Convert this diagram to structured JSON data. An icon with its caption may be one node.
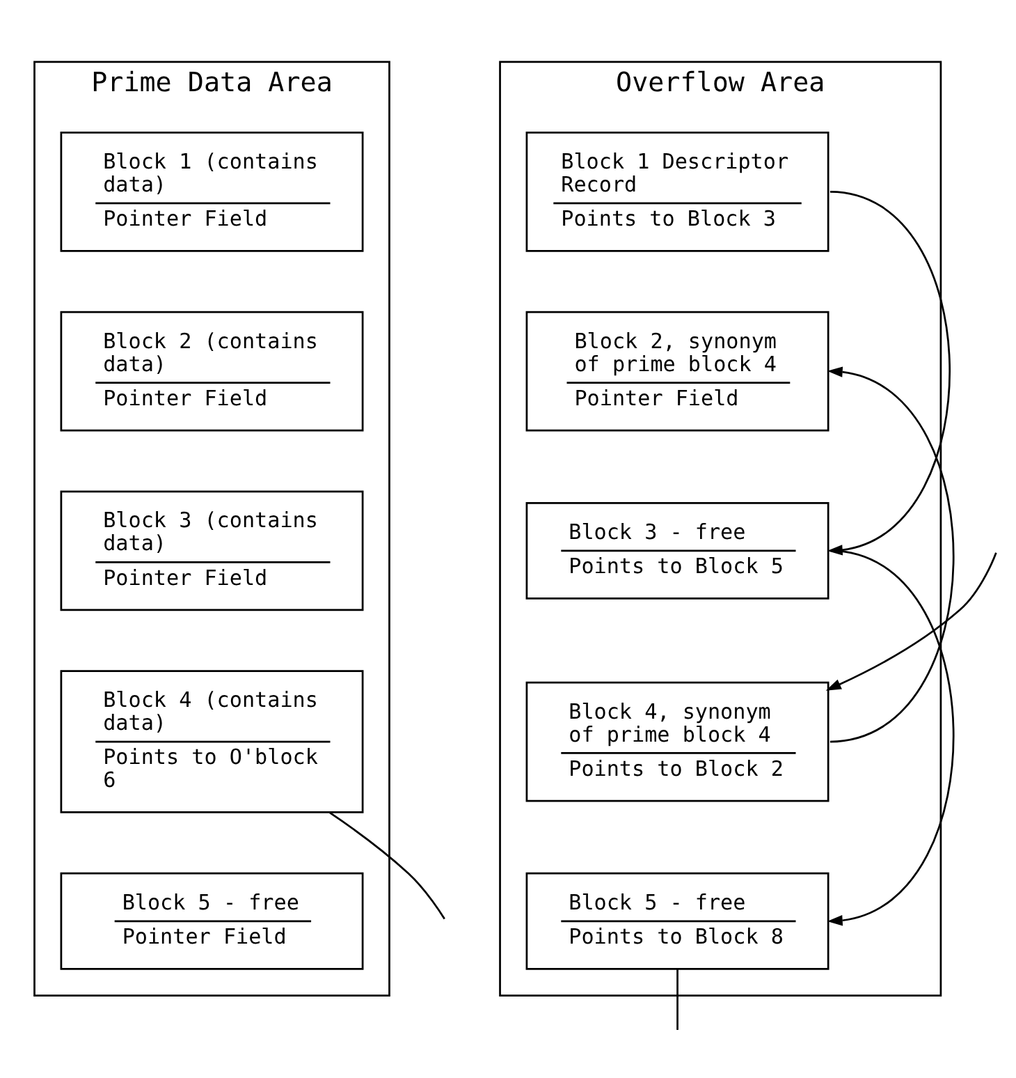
{
  "diagram": {
    "nodes": [
      {
        "text": [
          "Prime Data Area"
        ]
      },
      {
        "text": [
          "Overflow Area"
        ]
      },
      {
        "text": [
          "Block 1 (contains data)",
          "Pointer Field"
        ],
        "in": 0
      },
      {
        "text": [
          "Block 2 (contains data)",
          "Pointer Field"
        ],
        "in": 0
      },
      {
        "text": [
          "Block 3 (contains data)",
          "Pointer Field"
        ],
        "in": 0
      },
      {
        "text": [
          "Block 4 (contains data)",
          "Points to O'block 6"
        ],
        "in": 0
      },
      {
        "text": [
          "Block 5 - free",
          "Pointer Field"
        ],
        "in": 0
      },
      {
        "text": [
          "Block 1 Descriptor Record",
          "Points to Block 3"
        ],
        "in": 1
      },
      {
        "text": [
          "Block 2, synonym of prime block 4",
          "Pointer Field"
        ],
        "in": 1
      },
      {
        "text": [
          "Block 3 - free",
          "Points to Block 5"
        ],
        "in": 1
      },
      {
        "text": [
          "Block 4, synonym of prime block 4",
          "Points to Block 2"
        ],
        "in": 1
      },
      {
        "text": [
          "Block 5 - free",
          "Points to Block 8"
        ],
        "in": 1
      }
    ],
    "edges": [
      {
        "from": 7,
        "to": 9,
        "arrow": "to"
      },
      {
        "from": 10,
        "to": 8,
        "arrow": "to"
      },
      {
        "from": 9,
        "to": 11,
        "arrow": "to"
      },
      {
        "from": null,
        "to": 10,
        "arrow": "to"
      },
      {
        "from": 5,
        "to": null,
        "arrow": "none"
      },
      {
        "from": 11,
        "to": null,
        "arrow": "none"
      }
    ]
  }
}
